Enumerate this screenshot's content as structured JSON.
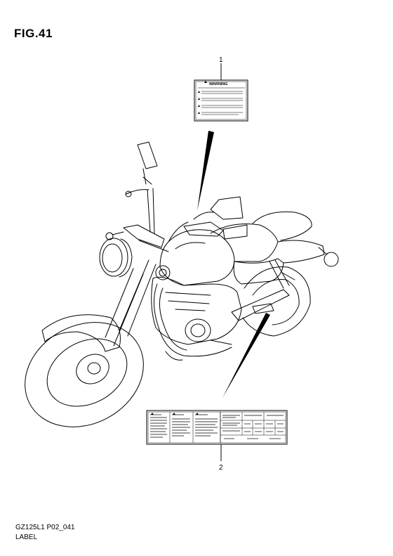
{
  "figure": {
    "title": "FIG.41"
  },
  "callouts": [
    {
      "number": "1",
      "part": "warning-label"
    },
    {
      "number": "2",
      "part": "information-label"
    }
  ],
  "warning_label": {
    "heading": "WARNING"
  },
  "footer": {
    "model_code": "GZ125L1 P02_041",
    "caption": "LABEL"
  },
  "colors": {
    "line": "#000000",
    "background": "#ffffff"
  }
}
